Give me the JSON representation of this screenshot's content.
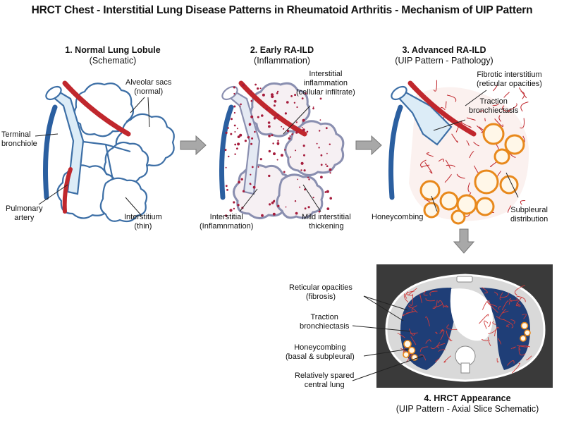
{
  "title": "HRCT Chest - Interstitial Lung Disease Patterns in Rheumatoid Arthritis - Mechanism of UIP Pattern",
  "panels": [
    {
      "heading": "1. Normal Lung Lobule",
      "subheading": "(Schematic)",
      "labels": {
        "alveolar": [
          "Alveolar sacs",
          "(normal)"
        ],
        "bronchiole": [
          "Terminal",
          "bronchiole"
        ],
        "artery": [
          "Pulmonary",
          "artery"
        ],
        "interstitium": [
          "Interstitium",
          "(thin)"
        ]
      }
    },
    {
      "heading": "2. Early RA-ILD",
      "subheading": "(Inflammation)",
      "labels": {
        "inflammation": [
          "Interstitial",
          "inflammation",
          "(cellular infiltrate)"
        ],
        "interstitial": [
          "Interstitial",
          "(Inflamnmation)"
        ],
        "thickening": [
          "Mild interstitial",
          "thickening"
        ]
      }
    },
    {
      "heading": "3. Advanced RA-ILD",
      "subheading": "(UIP Pattern - Pathology)",
      "labels": {
        "fibrotic": [
          "Fibrotic interstitium",
          "(reticular opacities)"
        ],
        "traction": [
          "Traction",
          "bronchiectasis"
        ],
        "honeycombing": [
          "Honeycombing"
        ],
        "subpleural": [
          "Subpleural",
          "distribution"
        ]
      }
    },
    {
      "heading": "4. HRCT Appearance",
      "subheading": "(UIP Pattern - Axial Slice Schematic)",
      "labels": {
        "reticular": [
          "Reticular opacities",
          "(fibrosis)"
        ],
        "traction": [
          "Traction",
          "bronchiectasis"
        ],
        "honeycombing": [
          "Honeycombing",
          "(basal & subpleural)"
        ],
        "spared": [
          "Relatively spared",
          "central lung"
        ]
      }
    }
  ],
  "colors": {
    "artery": "#c0272d",
    "bronchiole": "#2b5fa0",
    "airway_fill": "#dcecf7",
    "inflammation_dot": "#a61c3c",
    "honeycomb": "#e8891c",
    "lung_ct": "#1f3e77",
    "ct_frame": "#3a3a3a"
  }
}
